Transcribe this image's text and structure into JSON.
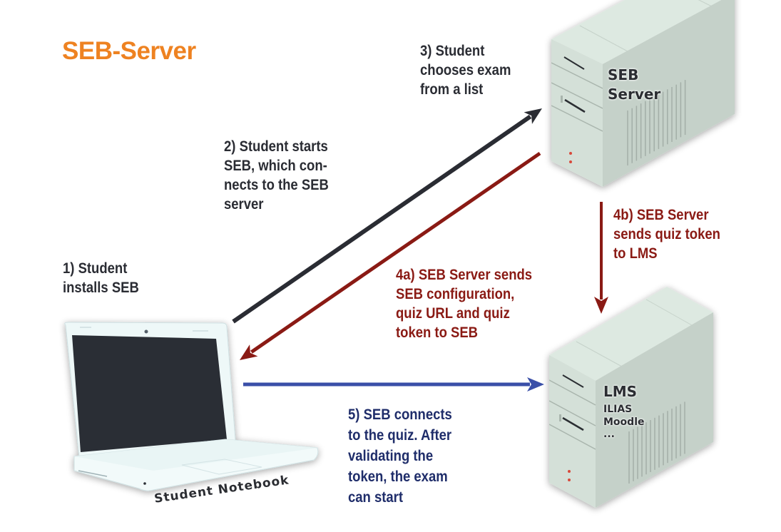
{
  "title": "SEB-Server",
  "colors": {
    "title": "#ee8221",
    "step_dark": "#2a2c33",
    "step_red": "#8a1a14",
    "step_blue": "#1f2d6a",
    "arrow_dark": "#2a2c33",
    "arrow_red": "#8a1a14",
    "arrow_blue": "#3a4fa8"
  },
  "nodes": {
    "seb_server": {
      "lines": [
        "SEB",
        "Server"
      ]
    },
    "lms": {
      "title": "LMS",
      "items": [
        "ILIAS",
        "Moodle",
        "..."
      ]
    },
    "notebook": {
      "label": "Student Notebook"
    }
  },
  "steps": [
    {
      "id": "1",
      "color": "dark",
      "lines": [
        "1) Student",
        "installs SEB"
      ]
    },
    {
      "id": "2",
      "color": "dark",
      "lines": [
        "2) Student starts",
        "SEB, which con-",
        "nects to the SEB",
        "server"
      ]
    },
    {
      "id": "3",
      "color": "dark",
      "lines": [
        "3) Student",
        "chooses exam",
        "from a list"
      ]
    },
    {
      "id": "4a",
      "color": "red",
      "lines": [
        "4a) SEB Server sends",
        "SEB configuration,",
        "quiz URL and quiz",
        "token to SEB"
      ]
    },
    {
      "id": "4b",
      "color": "red",
      "lines": [
        "4b) SEB Server",
        "sends quiz token",
        "to LMS"
      ]
    },
    {
      "id": "5",
      "color": "blue",
      "lines": [
        "5) SEB connects",
        "to the quiz. After",
        "validating the",
        "token, the exam",
        "can start"
      ]
    }
  ],
  "arrows": [
    {
      "id": "notebook-to-seb-server",
      "from": "Student Notebook",
      "to": "SEB Server",
      "color": "dark"
    },
    {
      "id": "seb-server-to-notebook",
      "from": "SEB Server",
      "to": "Student Notebook",
      "color": "red"
    },
    {
      "id": "seb-server-to-lms",
      "from": "SEB Server",
      "to": "LMS",
      "color": "red"
    },
    {
      "id": "notebook-to-lms",
      "from": "Student Notebook",
      "to": "LMS",
      "color": "blue"
    }
  ]
}
